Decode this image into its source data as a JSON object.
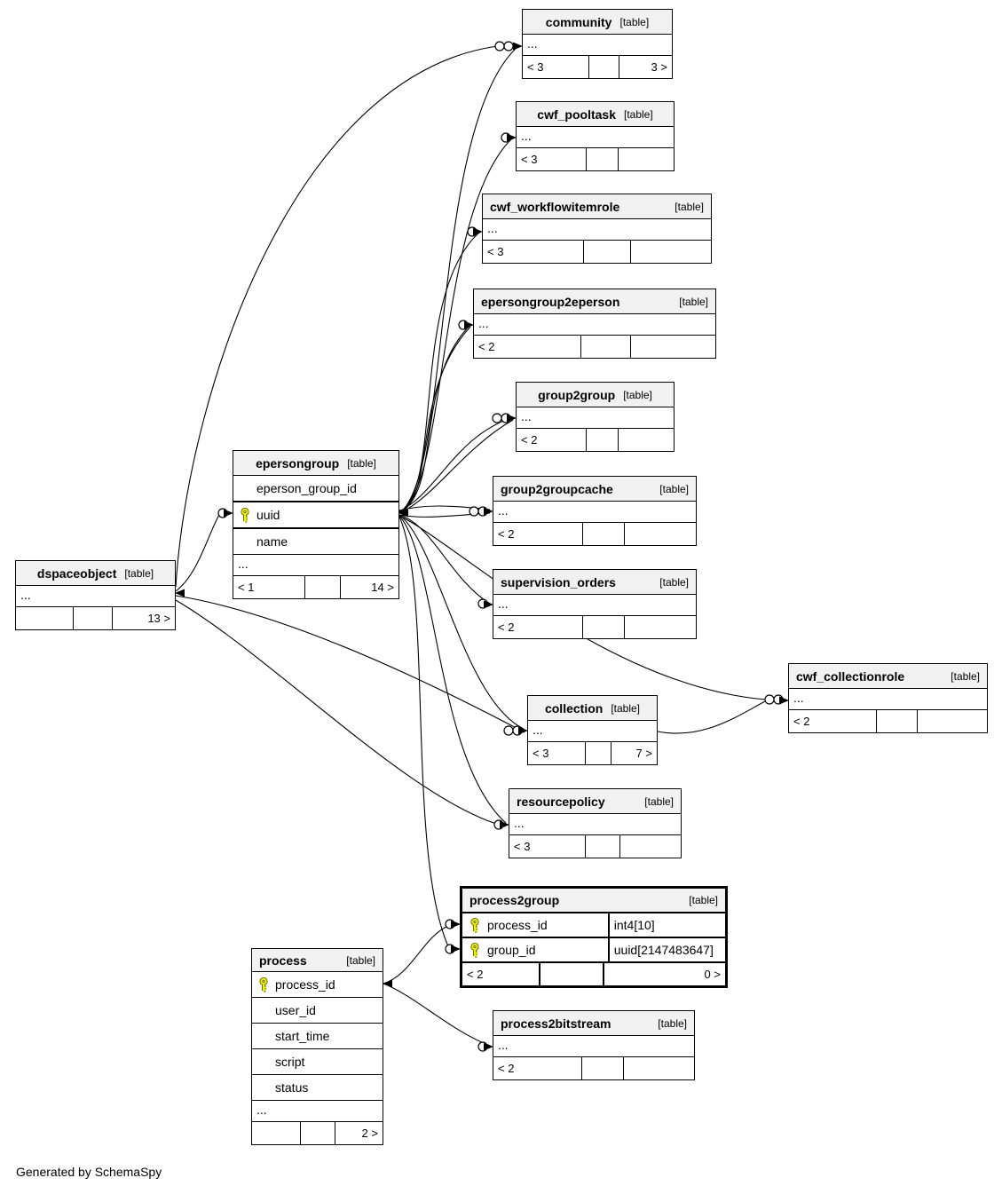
{
  "diagram": {
    "generated_by": "Generated by SchemaSpy"
  },
  "tables": {
    "community": {
      "name": "community",
      "tag": "[table]",
      "ellipsis": "...",
      "footer": {
        "left": "< 3",
        "mid": "",
        "right": "3 >"
      }
    },
    "cwf_pooltask": {
      "name": "cwf_pooltask",
      "tag": "[table]",
      "ellipsis": "...",
      "footer": {
        "left": "< 3",
        "mid": "",
        "right": ""
      }
    },
    "cwf_workflowitemrole": {
      "name": "cwf_workflowitemrole",
      "tag": "[table]",
      "ellipsis": "...",
      "footer": {
        "left": "< 3",
        "mid": "",
        "right": ""
      }
    },
    "epersongroup2eperson": {
      "name": "epersongroup2eperson",
      "tag": "[table]",
      "ellipsis": "...",
      "footer": {
        "left": "< 2",
        "mid": "",
        "right": ""
      }
    },
    "group2group": {
      "name": "group2group",
      "tag": "[table]",
      "ellipsis": "...",
      "footer": {
        "left": "< 2",
        "mid": "",
        "right": ""
      }
    },
    "group2groupcache": {
      "name": "group2groupcache",
      "tag": "[table]",
      "ellipsis": "...",
      "footer": {
        "left": "< 2",
        "mid": "",
        "right": ""
      }
    },
    "supervision_orders": {
      "name": "supervision_orders",
      "tag": "[table]",
      "ellipsis": "...",
      "footer": {
        "left": "< 2",
        "mid": "",
        "right": ""
      }
    },
    "cwf_collectionrole": {
      "name": "cwf_collectionrole",
      "tag": "[table]",
      "ellipsis": "...",
      "footer": {
        "left": "< 2",
        "mid": "",
        "right": ""
      }
    },
    "collection": {
      "name": "collection",
      "tag": "[table]",
      "ellipsis": "...",
      "footer": {
        "left": "< 3",
        "mid": "",
        "right": "7 >"
      }
    },
    "resourcepolicy": {
      "name": "resourcepolicy",
      "tag": "[table]",
      "ellipsis": "...",
      "footer": {
        "left": "< 3",
        "mid": "",
        "right": ""
      }
    },
    "process2group": {
      "name": "process2group",
      "tag": "[table]",
      "columns": [
        {
          "name": "process_id",
          "type": "int4[10]",
          "key": true
        },
        {
          "name": "group_id",
          "type": "uuid[2147483647]",
          "key": true
        }
      ],
      "footer": {
        "left": "< 2",
        "mid": "",
        "right": "0 >"
      }
    },
    "process2bitstream": {
      "name": "process2bitstream",
      "tag": "[table]",
      "ellipsis": "...",
      "footer": {
        "left": "< 2",
        "mid": "",
        "right": ""
      }
    },
    "epersongroup": {
      "name": "epersongroup",
      "tag": "[table]",
      "columns": [
        {
          "name": "eperson_group_id"
        },
        {
          "name": "uuid",
          "key": true
        },
        {
          "name": "name"
        }
      ],
      "ellipsis": "...",
      "footer": {
        "left": "< 1",
        "mid": "",
        "right": "14 >"
      }
    },
    "dspaceobject": {
      "name": "dspaceobject",
      "tag": "[table]",
      "ellipsis": "...",
      "footer": {
        "left": "",
        "mid": "",
        "right": "13 >"
      }
    },
    "process": {
      "name": "process",
      "tag": "[table]",
      "columns": [
        {
          "name": "process_id",
          "key": true
        },
        {
          "name": "user_id"
        },
        {
          "name": "start_time"
        },
        {
          "name": "script"
        },
        {
          "name": "status"
        }
      ],
      "ellipsis": "...",
      "footer": {
        "left": "",
        "mid": "",
        "right": "2 >"
      }
    }
  },
  "relationships": [
    {
      "from": "dspaceobject",
      "to": "community"
    },
    {
      "from": "dspaceobject",
      "to": "epersongroup.uuid"
    },
    {
      "from": "dspaceobject",
      "to": "collection"
    },
    {
      "from": "dspaceobject",
      "to": "resourcepolicy"
    },
    {
      "from": "epersongroup.uuid",
      "to": "community"
    },
    {
      "from": "epersongroup.uuid",
      "to": "cwf_pooltask"
    },
    {
      "from": "epersongroup.uuid",
      "to": "cwf_workflowitemrole"
    },
    {
      "from": "epersongroup.uuid",
      "to": "epersongroup2eperson"
    },
    {
      "from": "epersongroup.uuid",
      "to": "group2group"
    },
    {
      "from": "epersongroup.uuid",
      "to": "group2groupcache"
    },
    {
      "from": "epersongroup.uuid",
      "to": "supervision_orders"
    },
    {
      "from": "epersongroup.uuid",
      "to": "cwf_collectionrole"
    },
    {
      "from": "epersongroup.uuid",
      "to": "collection"
    },
    {
      "from": "epersongroup.uuid",
      "to": "resourcepolicy"
    },
    {
      "from": "epersongroup.uuid",
      "to": "process2group.group_id"
    },
    {
      "from": "process.process_id",
      "to": "process2group.process_id"
    },
    {
      "from": "process.process_id",
      "to": "process2bitstream"
    },
    {
      "from": "collection",
      "to": "cwf_collectionrole"
    }
  ]
}
